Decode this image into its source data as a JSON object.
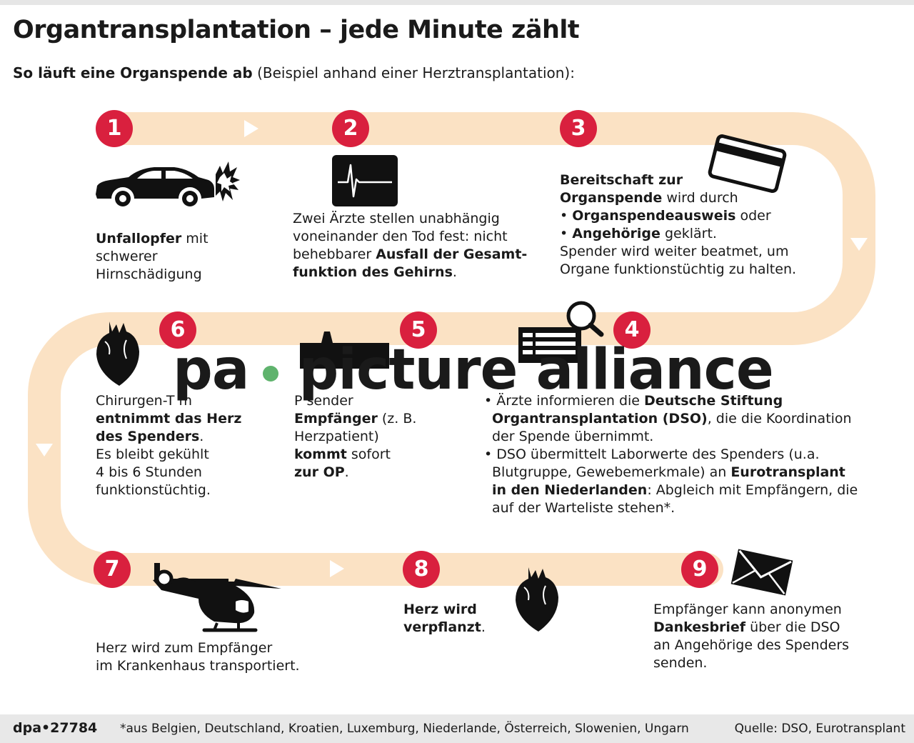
{
  "title": "Organtransplantation – jede Minute zählt",
  "subtitle": {
    "bold": "So läuft eine Organspende ab",
    "rest": "(Beispiel anhand einer Herztransplantation):"
  },
  "accent_color": "#d9203e",
  "path_color": "#fbe2c4",
  "steps": [
    {
      "num": "1",
      "icon": "car-crash-icon",
      "lines": [
        [
          "**Unfallopfer** mit"
        ],
        [
          "schwerer"
        ],
        [
          "Hirnschädigung"
        ]
      ]
    },
    {
      "num": "2",
      "icon": "ekg-monitor-icon",
      "lines": [
        [
          "Zwei Ärzte stellen unabhängig"
        ],
        [
          "voneinander den Tod fest: nicht"
        ],
        [
          "behebbarer **Ausfall der Gesamt-**"
        ],
        [
          "**funktion des Gehirns**."
        ]
      ]
    },
    {
      "num": "3",
      "icon": "donor-card-icon",
      "lines": [
        [
          "**Bereitschaft zur**"
        ],
        [
          "**Organspende** wird durch"
        ],
        [
          "• **Organspendeausweis** oder"
        ],
        [
          "• **Angehörige** geklärt."
        ],
        [
          "Spender wird weiter beatmet, um"
        ],
        [
          "Organe funktionstüchtig zu halten."
        ]
      ]
    },
    {
      "num": "4",
      "icon": "search-list-icon",
      "lines": [
        [
          "• Ärzte informieren die **Deutsche Stiftung**"
        ],
        [
          "  **Organtransplantation (DSO)**, die die Koordination"
        ],
        [
          "  der Spende übernimmt."
        ],
        [
          "• DSO übermittelt Laborwerte des Spenders (u.a."
        ],
        [
          "  Blutgruppe, Gewebemerkmale) an **Eurotransplant**"
        ],
        [
          "  **in den Niederlanden**: Abgleich mit Empfängern, die"
        ],
        [
          "  auf der Warteliste stehen*."
        ]
      ]
    },
    {
      "num": "5",
      "icon": "ambulance-icon",
      "lines": [
        [
          "P sender"
        ],
        [
          "**Empfänger** (z. B."
        ],
        [
          "Herzpatient)"
        ],
        [
          "**kommt** sofort"
        ],
        [
          "**zur OP**."
        ]
      ]
    },
    {
      "num": "6",
      "icon": "heart-icon",
      "lines": [
        [
          "Chirurgen-T  m"
        ],
        [
          "**entnimmt das Herz**"
        ],
        [
          "**des Spenders**."
        ],
        [
          "Es bleibt gekühlt"
        ],
        [
          "4 bis 6 Stunden"
        ],
        [
          "funktionstüchtig."
        ]
      ]
    },
    {
      "num": "7",
      "icon": "helicopter-icon",
      "lines": [
        [
          "Herz wird zum Empfänger"
        ],
        [
          "im Krankenhaus transportiert."
        ]
      ]
    },
    {
      "num": "8",
      "icon": "heart-icon",
      "lines": [
        [
          "**Herz wird**"
        ],
        [
          "**verpflanzt**."
        ]
      ]
    },
    {
      "num": "9",
      "icon": "envelope-icon",
      "lines": [
        [
          "Empfänger kann anonymen"
        ],
        [
          "**Dankesbrief** über die DSO"
        ],
        [
          "an Angehörige des Spenders"
        ],
        [
          "senden."
        ]
      ]
    }
  ],
  "watermark": {
    "left": "pa",
    "right": "picture alliance"
  },
  "footer": {
    "code": "dpa•27784",
    "note": "*aus Belgien, Deutschland, Kroatien, Luxemburg, Niederlande, Österreich, Slowenien, Ungarn",
    "source": "Quelle: DSO, Eurotransplant"
  }
}
